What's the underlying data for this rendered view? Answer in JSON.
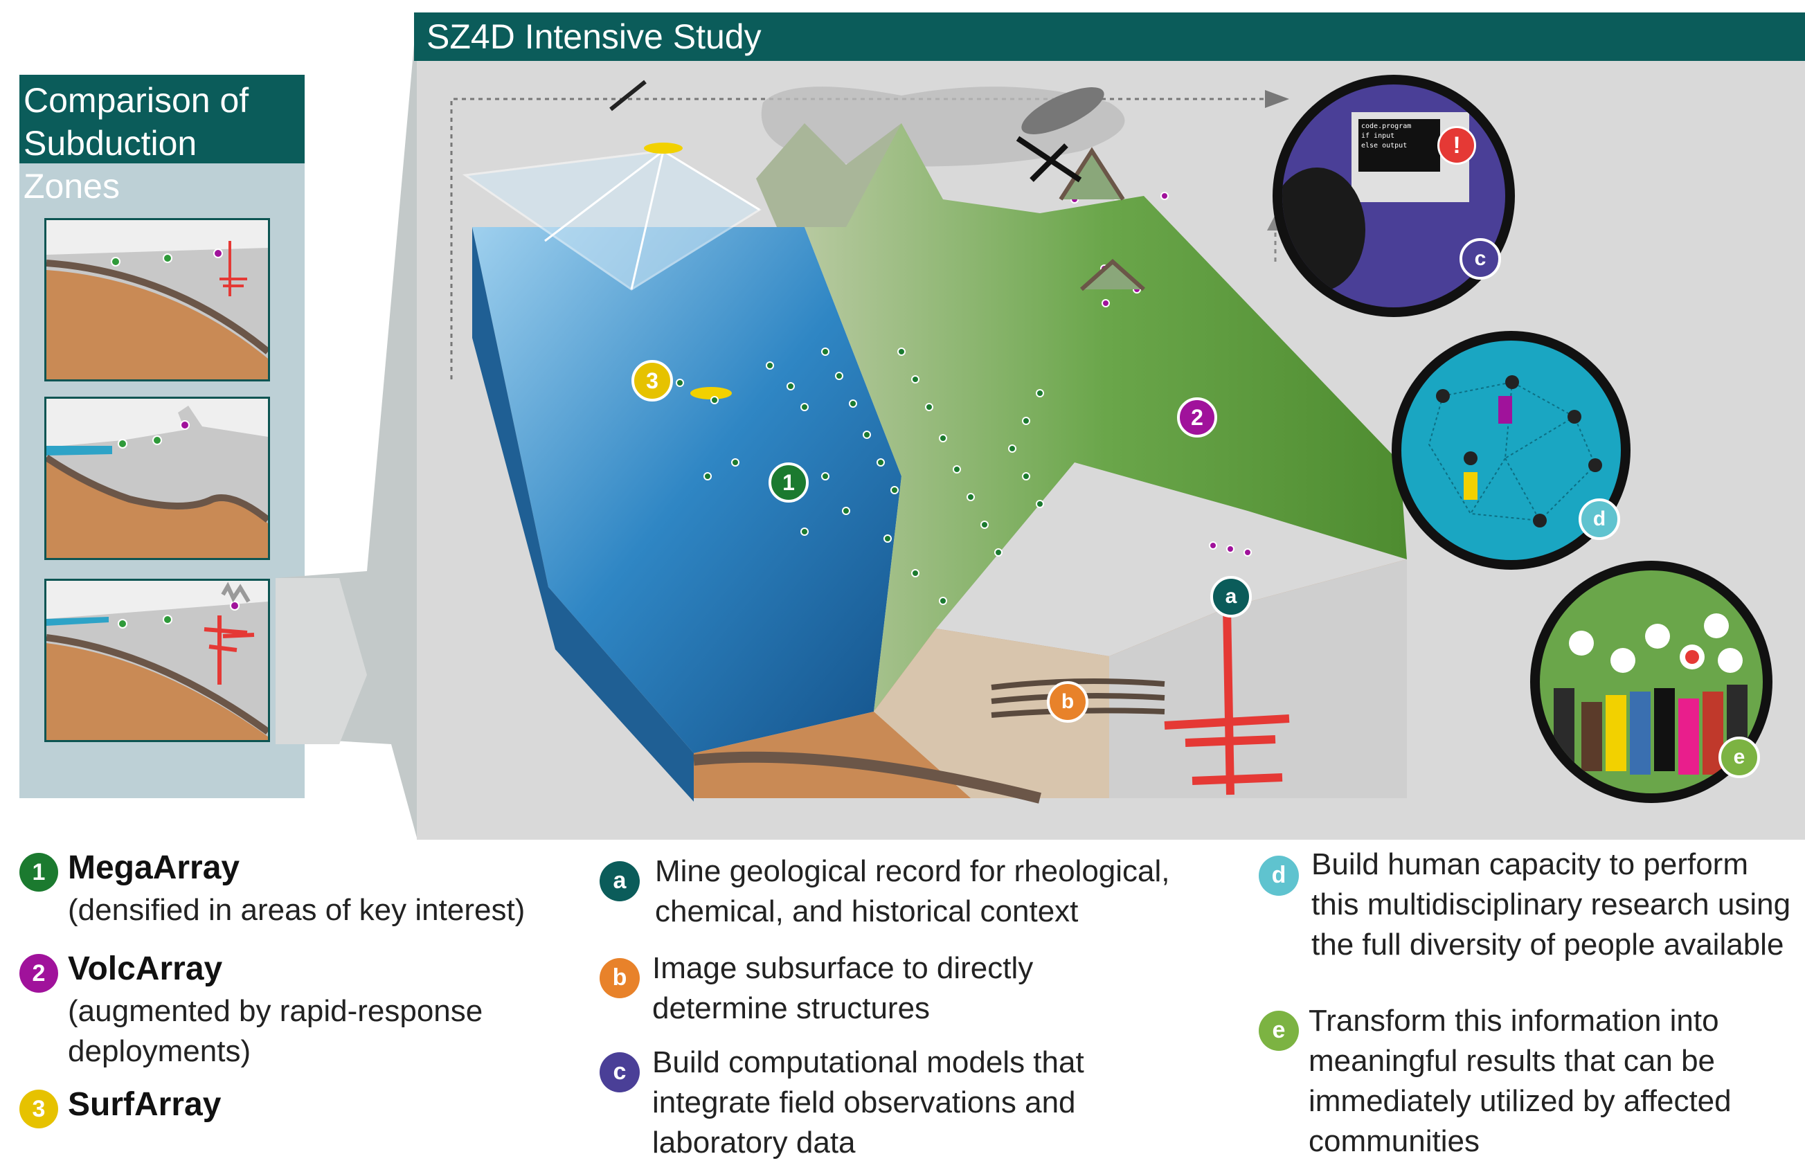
{
  "left_panel": {
    "title": "Comparison of\nSubduction Zones"
  },
  "study": {
    "header": "SZ4D Intensive Study",
    "map_badges": [
      "1",
      "2",
      "3",
      "a",
      "b",
      "c",
      "d",
      "e"
    ]
  },
  "legend_left": [
    {
      "number": "1",
      "title": "MegaArray",
      "text": "(densified in areas of key interest)",
      "color": "#1b7a2f"
    },
    {
      "number": "2",
      "title": "VolcArray",
      "text": "(augmented by rapid-response\ndeployments)",
      "color": "#a0129b"
    },
    {
      "number": "3",
      "title": "SurfArray",
      "text": "",
      "color": "#e6c200"
    }
  ],
  "legend_mid": [
    {
      "letter": "a",
      "text": "Mine geological record for rheological,\nchemical, and historical context",
      "color": "#0b5c5a"
    },
    {
      "letter": "b",
      "text": "Image subsurface to directly\ndetermine structures",
      "color": "#e8822a"
    },
    {
      "letter": "c",
      "text": "Build computational models that\nintegrate field observations and\nlaboratory data",
      "color": "#4a3f97"
    }
  ],
  "legend_right": [
    {
      "letter": "d",
      "text": "Build human capacity to perform\nthis multidisciplinary research using\nthe full diversity of people available",
      "color": "#5fc3cf"
    },
    {
      "letter": "e",
      "text": "Transform this information into\nmeaningful results that can be\nimmediately utilized by affected\ncommunities",
      "color": "#7cb342"
    }
  ],
  "screen_text": {
    "line1": "code.program",
    "line2": "if input",
    "line3": "else output",
    "alert": "!"
  },
  "colors": {
    "header_teal": "#0b5c5a",
    "panel_gray": "#d9d9d9",
    "ocean_blue": "#2f86c4",
    "land_green": "#5e9b3a",
    "crust_brown": "#c98a55"
  }
}
